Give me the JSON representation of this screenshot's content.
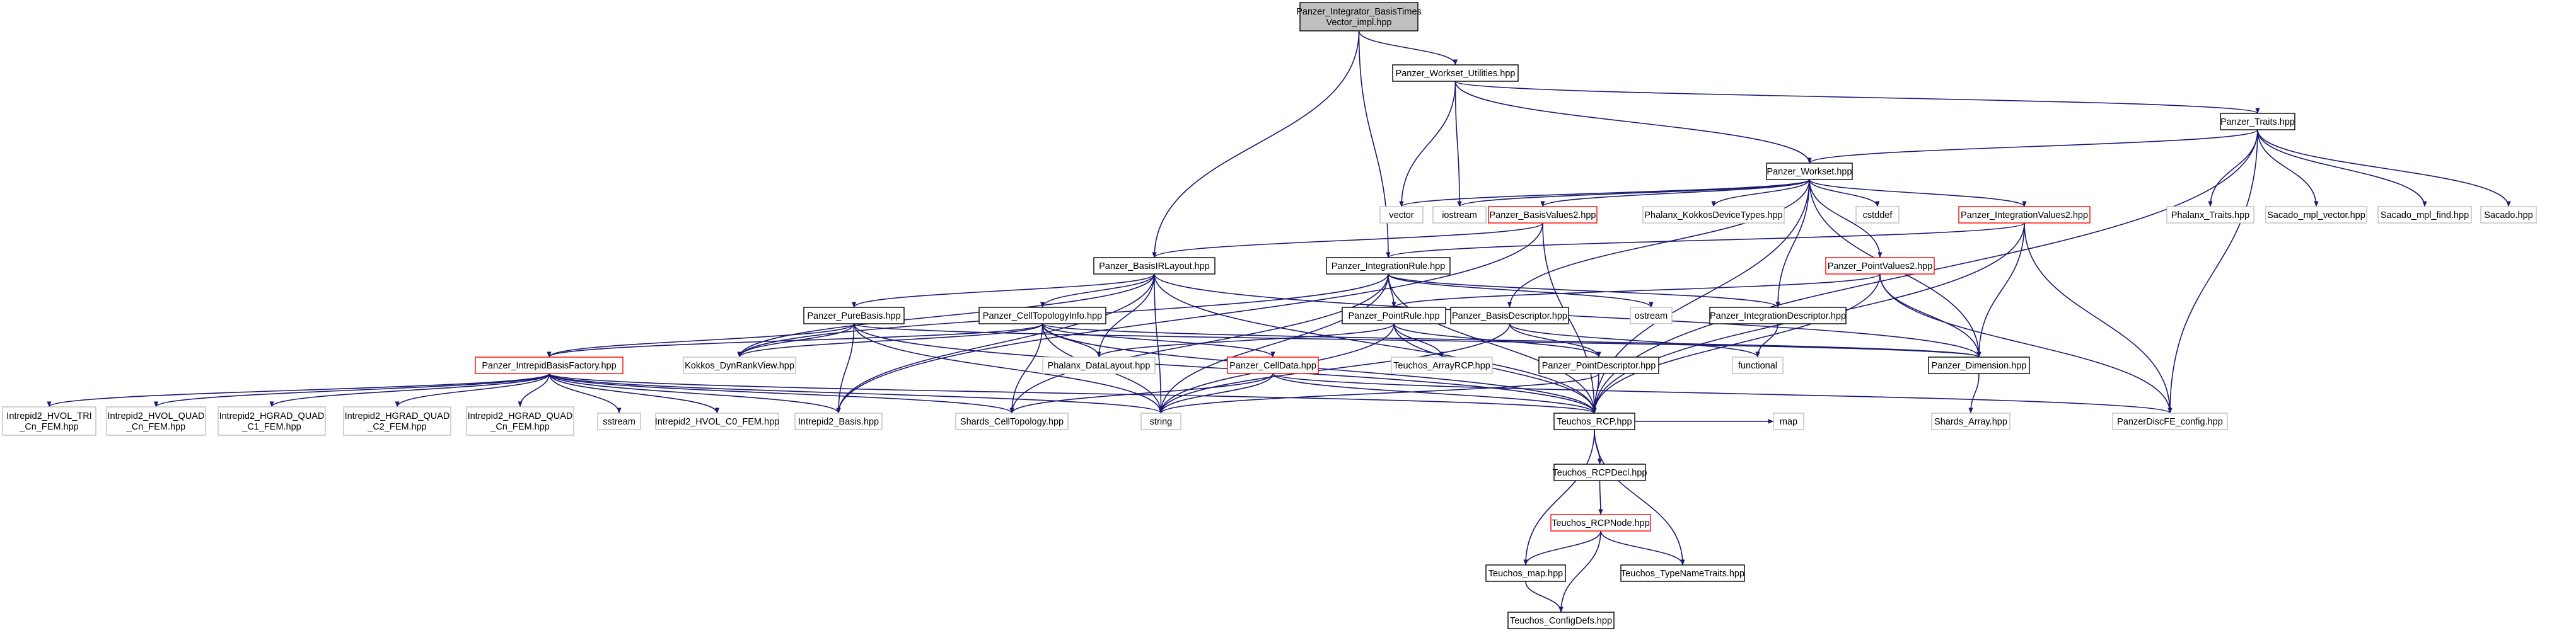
{
  "colors": {
    "edge": "#191970",
    "border_default": "#000000",
    "border_red": "#ff0000",
    "border_gray": "#bfbfbf",
    "fill_default": "#ffffff",
    "fill_root": "#bfbfbf"
  },
  "graph": {
    "nodes": [
      {
        "id": "root",
        "lines": [
          "Panzer_Integrator_BasisTimes",
          "Vector_impl.hpp"
        ],
        "style": "root"
      },
      {
        "id": "workset_util",
        "lines": [
          "Panzer_Workset_Utilities.hpp"
        ],
        "style": "default"
      },
      {
        "id": "traits",
        "lines": [
          "Panzer_Traits.hpp"
        ],
        "style": "default"
      },
      {
        "id": "workset",
        "lines": [
          "Panzer_Workset.hpp"
        ],
        "style": "default"
      },
      {
        "id": "phalanx_traits",
        "lines": [
          "Phalanx_Traits.hpp"
        ],
        "style": "gray"
      },
      {
        "id": "sacado_mpl_vector",
        "lines": [
          "Sacado_mpl_vector.hpp"
        ],
        "style": "gray"
      },
      {
        "id": "sacado_mpl_find",
        "lines": [
          "Sacado_mpl_find.hpp"
        ],
        "style": "gray"
      },
      {
        "id": "sacado",
        "lines": [
          "Sacado.hpp"
        ],
        "style": "gray"
      },
      {
        "id": "vector",
        "lines": [
          "vector"
        ],
        "style": "gray"
      },
      {
        "id": "iostream",
        "lines": [
          "iostream"
        ],
        "style": "gray"
      },
      {
        "id": "basis_values2",
        "lines": [
          "Panzer_BasisValues2.hpp"
        ],
        "style": "red"
      },
      {
        "id": "phalanx_kokkos",
        "lines": [
          "Phalanx_KokkosDeviceTypes.hpp"
        ],
        "style": "gray"
      },
      {
        "id": "cstddef",
        "lines": [
          "cstddef"
        ],
        "style": "gray"
      },
      {
        "id": "integration_values2",
        "lines": [
          "Panzer_IntegrationValues2.hpp"
        ],
        "style": "red"
      },
      {
        "id": "basis_ir_layout",
        "lines": [
          "Panzer_BasisIRLayout.hpp"
        ],
        "style": "default"
      },
      {
        "id": "integration_rule",
        "lines": [
          "Panzer_IntegrationRule.hpp"
        ],
        "style": "default"
      },
      {
        "id": "point_values2",
        "lines": [
          "Panzer_PointValues2.hpp"
        ],
        "style": "red"
      },
      {
        "id": "pure_basis",
        "lines": [
          "Panzer_PureBasis.hpp"
        ],
        "style": "default"
      },
      {
        "id": "cell_topology_info",
        "lines": [
          "Panzer_CellTopologyInfo.hpp"
        ],
        "style": "default"
      },
      {
        "id": "point_rule",
        "lines": [
          "Panzer_PointRule.hpp"
        ],
        "style": "default"
      },
      {
        "id": "basis_descriptor",
        "lines": [
          "Panzer_BasisDescriptor.hpp"
        ],
        "style": "default"
      },
      {
        "id": "ostream",
        "lines": [
          "ostream"
        ],
        "style": "gray"
      },
      {
        "id": "integration_descriptor",
        "lines": [
          "Panzer_IntegrationDescriptor.hpp"
        ],
        "style": "default"
      },
      {
        "id": "intrepid_factory",
        "lines": [
          "Panzer_IntrepidBasisFactory.hpp"
        ],
        "style": "red"
      },
      {
        "id": "kokkos_dynrank",
        "lines": [
          "Kokkos_DynRankView.hpp"
        ],
        "style": "gray"
      },
      {
        "id": "phalanx_datalayout",
        "lines": [
          "Phalanx_DataLayout.hpp"
        ],
        "style": "gray"
      },
      {
        "id": "cell_data",
        "lines": [
          "Panzer_CellData.hpp"
        ],
        "style": "red"
      },
      {
        "id": "teuchos_arrayrcp",
        "lines": [
          "Teuchos_ArrayRCP.hpp"
        ],
        "style": "gray"
      },
      {
        "id": "point_descriptor",
        "lines": [
          "Panzer_PointDescriptor.hpp"
        ],
        "style": "default"
      },
      {
        "id": "functional",
        "lines": [
          "functional"
        ],
        "style": "gray"
      },
      {
        "id": "dimension",
        "lines": [
          "Panzer_Dimension.hpp"
        ],
        "style": "default"
      },
      {
        "id": "hvol_tri",
        "lines": [
          "Intrepid2_HVOL_TRI",
          "_Cn_FEM.hpp"
        ],
        "style": "gray"
      },
      {
        "id": "hvol_quad",
        "lines": [
          "Intrepid2_HVOL_QUAD",
          "_Cn_FEM.hpp"
        ],
        "style": "gray"
      },
      {
        "id": "hgrad_quad_c1",
        "lines": [
          "Intrepid2_HGRAD_QUAD",
          "_C1_FEM.hpp"
        ],
        "style": "gray"
      },
      {
        "id": "hgrad_quad_c2",
        "lines": [
          "Intrepid2_HGRAD_QUAD",
          "_C2_FEM.hpp"
        ],
        "style": "gray"
      },
      {
        "id": "hgrad_quad_cn",
        "lines": [
          "Intrepid2_HGRAD_QUAD",
          "_Cn_FEM.hpp"
        ],
        "style": "gray"
      },
      {
        "id": "sstream",
        "lines": [
          "sstream"
        ],
        "style": "gray"
      },
      {
        "id": "hvol_c0",
        "lines": [
          "Intrepid2_HVOL_C0_FEM.hpp"
        ],
        "style": "gray"
      },
      {
        "id": "intrepid2_basis",
        "lines": [
          "Intrepid2_Basis.hpp"
        ],
        "style": "gray"
      },
      {
        "id": "shards_celltopology",
        "lines": [
          "Shards_CellTopology.hpp"
        ],
        "style": "gray"
      },
      {
        "id": "string",
        "lines": [
          "string"
        ],
        "style": "gray"
      },
      {
        "id": "teuchos_rcp",
        "lines": [
          "Teuchos_RCP.hpp"
        ],
        "style": "default"
      },
      {
        "id": "map",
        "lines": [
          "map"
        ],
        "style": "gray"
      },
      {
        "id": "disc_fe_config",
        "lines": [
          "PanzerDiscFE_config.hpp"
        ],
        "style": "gray"
      },
      {
        "id": "shards_array",
        "lines": [
          "Shards_Array.hpp"
        ],
        "style": "gray"
      },
      {
        "id": "teuchos_rcpdecl",
        "lines": [
          "Teuchos_RCPDecl.hpp"
        ],
        "style": "default"
      },
      {
        "id": "teuchos_rcpnode",
        "lines": [
          "Teuchos_RCPNode.hpp"
        ],
        "style": "red"
      },
      {
        "id": "teuchos_map",
        "lines": [
          "Teuchos_map.hpp"
        ],
        "style": "default"
      },
      {
        "id": "teuchos_typename",
        "lines": [
          "Teuchos_TypeNameTraits.hpp"
        ],
        "style": "default"
      },
      {
        "id": "teuchos_configdefs",
        "lines": [
          "Teuchos_ConfigDefs.hpp"
        ],
        "style": "default"
      }
    ],
    "edges": [
      [
        "root",
        "workset_util"
      ],
      [
        "root",
        "basis_ir_layout"
      ],
      [
        "root",
        "integration_rule"
      ],
      [
        "workset_util",
        "traits"
      ],
      [
        "workset_util",
        "workset"
      ],
      [
        "workset_util",
        "vector"
      ],
      [
        "workset_util",
        "iostream"
      ],
      [
        "traits",
        "phalanx_traits"
      ],
      [
        "traits",
        "sacado_mpl_vector"
      ],
      [
        "traits",
        "sacado_mpl_find"
      ],
      [
        "traits",
        "sacado"
      ],
      [
        "traits",
        "workset"
      ],
      [
        "traits",
        "teuchos_rcp"
      ],
      [
        "traits",
        "disc_fe_config"
      ],
      [
        "workset",
        "vector"
      ],
      [
        "workset",
        "iostream"
      ],
      [
        "workset",
        "basis_values2"
      ],
      [
        "workset",
        "phalanx_kokkos"
      ],
      [
        "workset",
        "cstddef"
      ],
      [
        "workset",
        "integration_values2"
      ],
      [
        "workset",
        "point_values2"
      ],
      [
        "workset",
        "basis_descriptor"
      ],
      [
        "workset",
        "integration_descriptor"
      ],
      [
        "workset",
        "dimension"
      ],
      [
        "workset",
        "teuchos_rcp"
      ],
      [
        "basis_values2",
        "basis_ir_layout"
      ],
      [
        "basis_values2",
        "intrepid2_basis"
      ],
      [
        "basis_values2",
        "teuchos_rcp"
      ],
      [
        "integration_values2",
        "integration_rule"
      ],
      [
        "integration_values2",
        "dimension"
      ],
      [
        "integration_values2",
        "teuchos_rcp"
      ],
      [
        "integration_values2",
        "disc_fe_config"
      ],
      [
        "point_values2",
        "point_rule"
      ],
      [
        "point_values2",
        "dimension"
      ],
      [
        "point_values2",
        "teuchos_rcp"
      ],
      [
        "point_values2",
        "disc_fe_config"
      ],
      [
        "basis_ir_layout",
        "pure_basis"
      ],
      [
        "basis_ir_layout",
        "cell_topology_info"
      ],
      [
        "basis_ir_layout",
        "string"
      ],
      [
        "basis_ir_layout",
        "kokkos_dynrank"
      ],
      [
        "basis_ir_layout",
        "phalanx_datalayout"
      ],
      [
        "basis_ir_layout",
        "teuchos_rcp"
      ],
      [
        "basis_ir_layout",
        "intrepid2_basis"
      ],
      [
        "basis_ir_layout",
        "dimension"
      ],
      [
        "integration_rule",
        "point_rule"
      ],
      [
        "integration_rule",
        "ostream"
      ],
      [
        "integration_rule",
        "integration_descriptor"
      ],
      [
        "integration_rule",
        "shards_celltopology"
      ],
      [
        "integration_rule",
        "teuchos_rcp"
      ],
      [
        "integration_rule",
        "kokkos_dynrank"
      ],
      [
        "integration_rule",
        "string"
      ],
      [
        "pure_basis",
        "intrepid_factory"
      ],
      [
        "pure_basis",
        "kokkos_dynrank"
      ],
      [
        "pure_basis",
        "intrepid2_basis"
      ],
      [
        "pure_basis",
        "string"
      ],
      [
        "pure_basis",
        "teuchos_rcp"
      ],
      [
        "pure_basis",
        "dimension"
      ],
      [
        "cell_topology_info",
        "intrepid_factory"
      ],
      [
        "cell_topology_info",
        "phalanx_datalayout"
      ],
      [
        "cell_topology_info",
        "cell_data"
      ],
      [
        "cell_topology_info",
        "teuchos_rcp"
      ],
      [
        "cell_topology_info",
        "string"
      ],
      [
        "cell_topology_info",
        "shards_celltopology"
      ],
      [
        "cell_topology_info",
        "kokkos_dynrank"
      ],
      [
        "cell_topology_info",
        "dimension"
      ],
      [
        "point_rule",
        "phalanx_datalayout"
      ],
      [
        "point_rule",
        "teuchos_arrayrcp"
      ],
      [
        "point_rule",
        "point_descriptor"
      ],
      [
        "point_rule",
        "string"
      ],
      [
        "point_rule",
        "teuchos_rcp"
      ],
      [
        "basis_descriptor",
        "point_descriptor"
      ],
      [
        "basis_descriptor",
        "functional"
      ],
      [
        "basis_descriptor",
        "string"
      ],
      [
        "integration_descriptor",
        "functional"
      ],
      [
        "point_descriptor",
        "string"
      ],
      [
        "point_descriptor",
        "teuchos_rcp"
      ],
      [
        "intrepid_factory",
        "hvol_tri"
      ],
      [
        "intrepid_factory",
        "hvol_quad"
      ],
      [
        "intrepid_factory",
        "hgrad_quad_c1"
      ],
      [
        "intrepid_factory",
        "hgrad_quad_c2"
      ],
      [
        "intrepid_factory",
        "hgrad_quad_cn"
      ],
      [
        "intrepid_factory",
        "sstream"
      ],
      [
        "intrepid_factory",
        "hvol_c0"
      ],
      [
        "intrepid_factory",
        "intrepid2_basis"
      ],
      [
        "intrepid_factory",
        "shards_celltopology"
      ],
      [
        "intrepid_factory",
        "string"
      ],
      [
        "intrepid_factory",
        "teuchos_rcp"
      ],
      [
        "cell_data",
        "shards_celltopology"
      ],
      [
        "cell_data",
        "teuchos_rcp"
      ],
      [
        "cell_data",
        "disc_fe_config"
      ],
      [
        "cell_data",
        "string"
      ],
      [
        "dimension",
        "shards_array"
      ],
      [
        "teuchos_rcp",
        "teuchos_rcpdecl"
      ],
      [
        "teuchos_rcp",
        "map"
      ],
      [
        "teuchos_rcp",
        "teuchos_map"
      ],
      [
        "teuchos_rcp",
        "teuchos_typename"
      ],
      [
        "teuchos_rcpdecl",
        "teuchos_rcpnode"
      ],
      [
        "teuchos_rcpnode",
        "teuchos_map"
      ],
      [
        "teuchos_rcpnode",
        "teuchos_typename"
      ],
      [
        "teuchos_rcpnode",
        "teuchos_configdefs"
      ],
      [
        "teuchos_map",
        "teuchos_configdefs"
      ]
    ]
  }
}
